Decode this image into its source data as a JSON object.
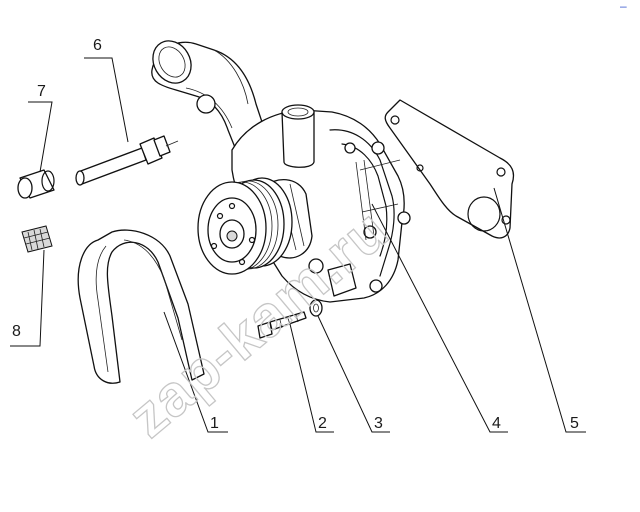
{
  "diagram": {
    "watermark": "zap-kam.ru",
    "callouts": [
      {
        "id": "1",
        "label": "1"
      },
      {
        "id": "2",
        "label": "2"
      },
      {
        "id": "3",
        "label": "3"
      },
      {
        "id": "4",
        "label": "4"
      },
      {
        "id": "5",
        "label": "5"
      },
      {
        "id": "6",
        "label": "6"
      },
      {
        "id": "7",
        "label": "7"
      },
      {
        "id": "8",
        "label": "8"
      }
    ],
    "corner_mark": "‒"
  },
  "colors": {
    "line": "#111111",
    "watermark": "#c6c6c6",
    "accent_corner": "#3b5bcf"
  }
}
